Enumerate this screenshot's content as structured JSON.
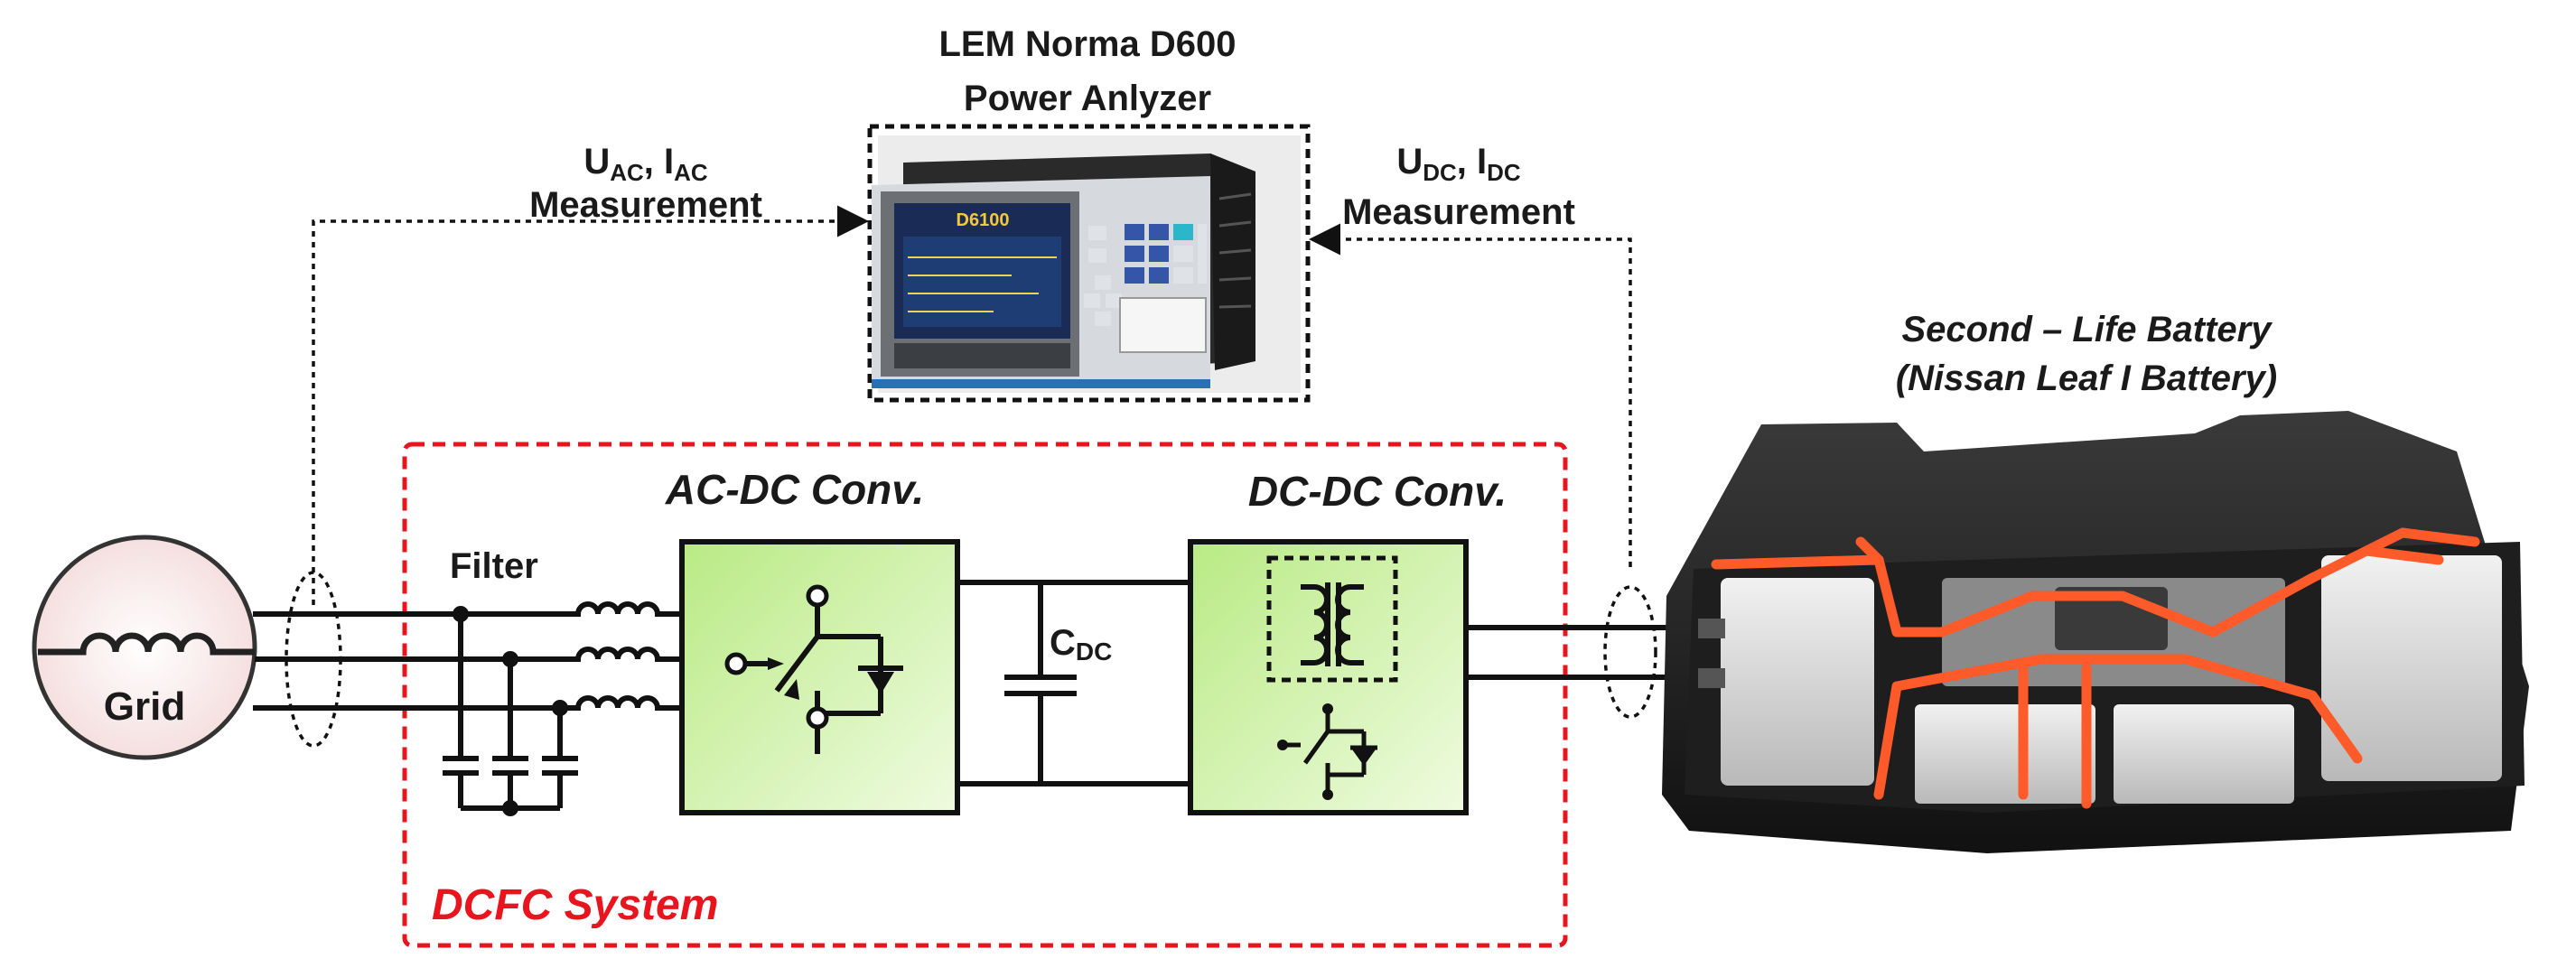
{
  "analyzer": {
    "title_line1": "LEM Norma D600",
    "title_line2": "Power Anlyzer",
    "screen_model": "D6100"
  },
  "measurements": {
    "ac": {
      "u": "U",
      "u_sub": "AC",
      "sep": ", ",
      "i": "I",
      "i_sub": "AC",
      "label": "Measurement"
    },
    "dc": {
      "u": "U",
      "u_sub": "DC",
      "sep": ", ",
      "i": "I",
      "i_sub": "DC",
      "label": "Measurement"
    }
  },
  "battery": {
    "title_line1": "Second – Life Battery",
    "title_line2": "(Nissan Leaf I Battery)"
  },
  "grid": {
    "label": "Grid"
  },
  "filter": {
    "label": "Filter"
  },
  "acdc": {
    "label": "AC-DC Conv.",
    "color": "#c9ef9e"
  },
  "capacitor": {
    "symbol": "C",
    "sub": "DC"
  },
  "dcdc": {
    "label": "DC-DC Conv.",
    "color": "#c9ef9e"
  },
  "system": {
    "label": "DCFC System",
    "color": "#e8141e"
  }
}
